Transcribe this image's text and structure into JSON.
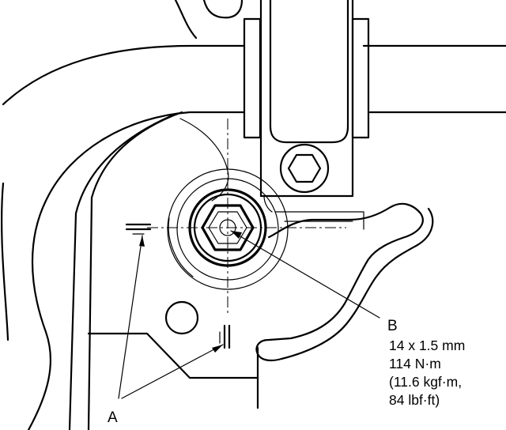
{
  "callouts": {
    "a": {
      "letter": "A"
    },
    "b": {
      "letter": "B",
      "lines": [
        "14 x 1.5 mm",
        "114 N·m",
        "(11.6 kgf·m,",
        "84 lbf·ft)"
      ]
    }
  }
}
